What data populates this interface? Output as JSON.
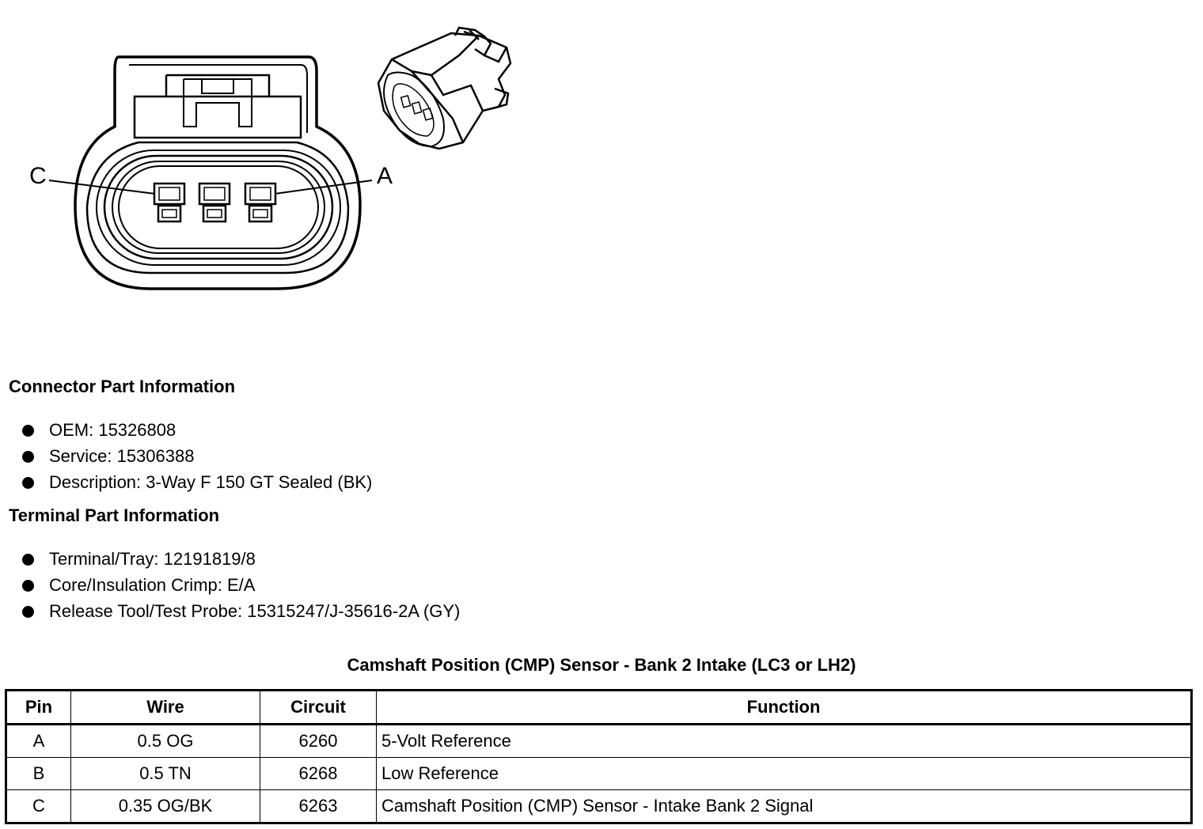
{
  "diagram": {
    "pin_labels": {
      "left": "C",
      "right": "A"
    }
  },
  "connector_info": {
    "title": "Connector Part Information",
    "items": [
      "OEM: 15326808",
      "Service: 15306388",
      "Description: 3-Way F 150 GT Sealed (BK)"
    ]
  },
  "terminal_info": {
    "title": "Terminal Part Information",
    "items": [
      "Terminal/Tray: 12191819/8",
      "Core/Insulation Crimp: E/A",
      "Release Tool/Test Probe: 15315247/J-35616-2A (GY)"
    ]
  },
  "table": {
    "title": "Camshaft Position (CMP) Sensor - Bank 2 Intake (LC3 or LH2)",
    "headers": [
      "Pin",
      "Wire",
      "Circuit",
      "Function"
    ],
    "rows": [
      [
        "A",
        "0.5 OG",
        "6260",
        "5-Volt Reference"
      ],
      [
        "B",
        "0.5 TN",
        "6268",
        "Low Reference"
      ],
      [
        "C",
        "0.35 OG/BK",
        "6263",
        "Camshaft Position (CMP) Sensor - Intake Bank 2 Signal"
      ]
    ]
  }
}
